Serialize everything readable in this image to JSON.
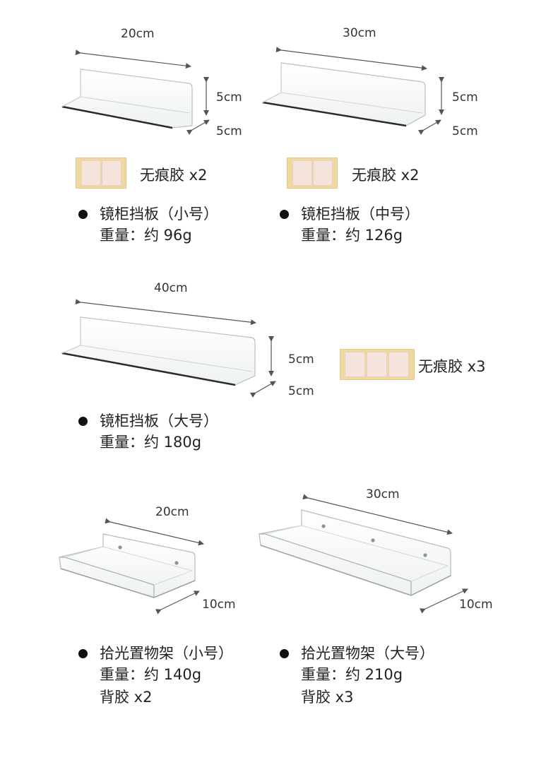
{
  "shelves": [
    {
      "name": "镜柜挡板（小号）",
      "weight": "重量：约 96g",
      "width_label": "20cm",
      "height_label": "5cm",
      "depth_label": "5cm",
      "tape": {
        "label": "无痕胶 x2",
        "pieces": 2
      }
    },
    {
      "name": "镜柜挡板（中号）",
      "weight": "重量：约 126g",
      "width_label": "30cm",
      "height_label": "5cm",
      "depth_label": "5cm",
      "tape": {
        "label": "无痕胶 x2",
        "pieces": 2
      }
    },
    {
      "name": "镜柜挡板（大号）",
      "weight": "重量：约 180g",
      "width_label": "40cm",
      "height_label": "5cm",
      "depth_label": "5cm",
      "tape": {
        "label": "无痕胶 x3",
        "pieces": 3
      }
    }
  ],
  "racks": [
    {
      "name": "拾光置物架（小号）",
      "weight": "重量：约 140g",
      "adhesive": "背胶 x2",
      "width_label": "20cm",
      "depth_label": "10cm"
    },
    {
      "name": "拾光置物架（大号）",
      "weight": "重量：约 210g",
      "adhesive": "背胶 x3",
      "width_label": "30cm",
      "depth_label": "10cm"
    }
  ]
}
